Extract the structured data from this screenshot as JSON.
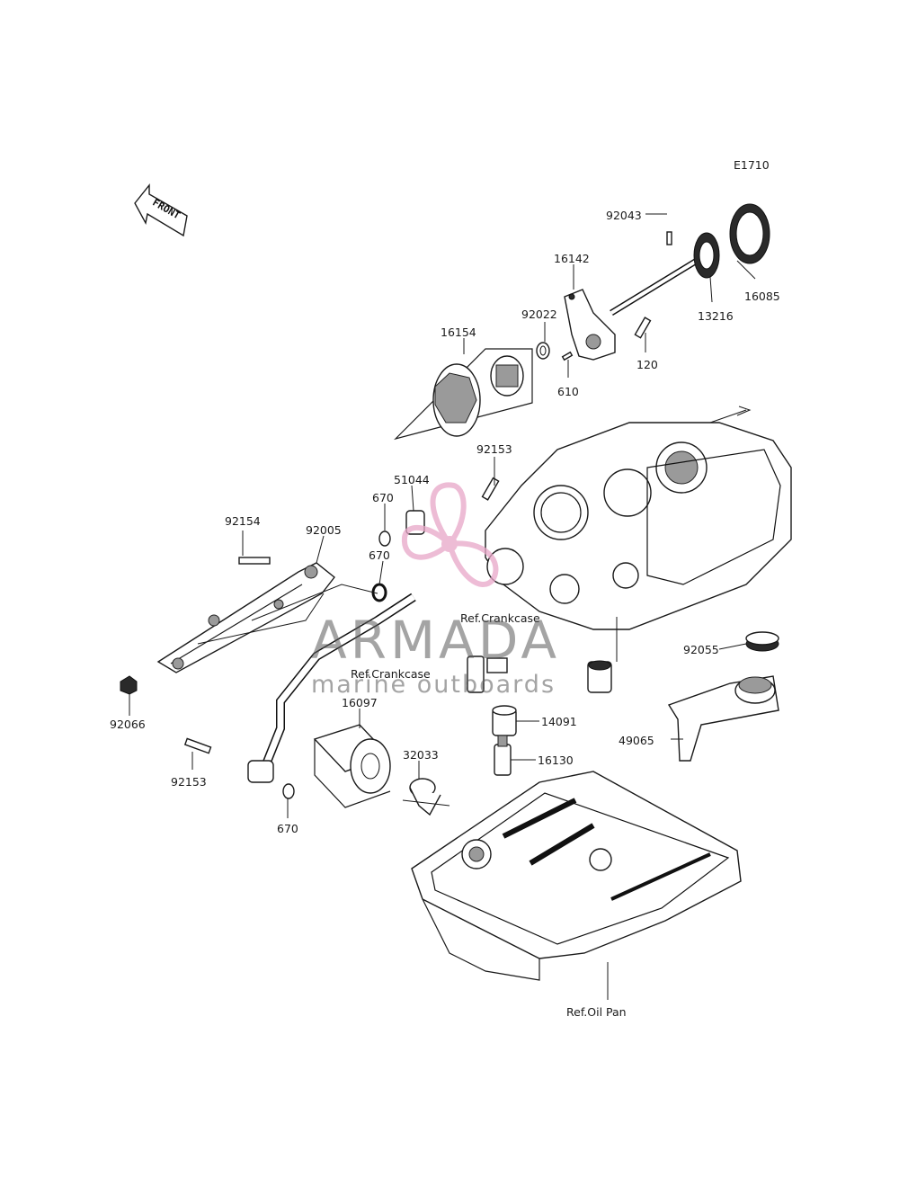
{
  "diagram_code": "E1710",
  "front_arrow_label": "FRONT",
  "labels": {
    "p92043": "92043",
    "p16142": "16142",
    "p16085": "16085",
    "p13216": "13216",
    "p92022": "92022",
    "p16154": "16154",
    "p120": "120",
    "p610": "610",
    "p92153_top": "92153",
    "p51044": "51044",
    "p670_a": "670",
    "p92154": "92154",
    "p92005": "92005",
    "p670_b": "670",
    "p92055": "92055",
    "p92066": "92066",
    "p16097": "16097",
    "p14091": "14091",
    "p49065": "49065",
    "p32033": "32033",
    "p16130": "16130",
    "p92153_bot": "92153",
    "p670_c": "670"
  },
  "refs": {
    "crankcase_1": "Ref.Crankcase",
    "crankcase_2": "Ref.Crankcase",
    "oil_pan": "Ref.Oil Pan"
  },
  "watermark": {
    "brand": "ARMADA",
    "tagline": "marine outboards",
    "logo_color": "#e8a6c8"
  }
}
